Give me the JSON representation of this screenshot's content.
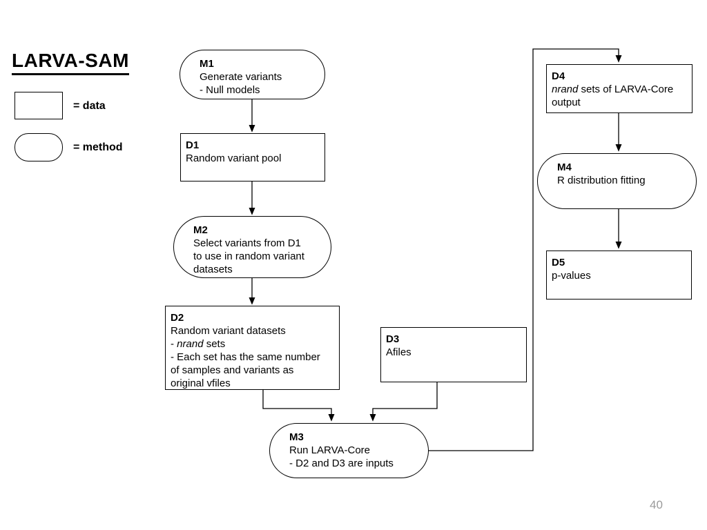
{
  "title": "LARVA-SAM",
  "legend": {
    "data_label": "= data",
    "method_label": "= method"
  },
  "nodes": {
    "m1": {
      "id": "M1",
      "line1": "Generate variants",
      "line2": "- Null models"
    },
    "d1": {
      "id": "D1",
      "line1": "Random variant pool"
    },
    "m2": {
      "id": "M2",
      "line1": "Select variants from D1",
      "line2": "to use in random variant",
      "line3": "datasets"
    },
    "d2": {
      "id": "D2",
      "line1": "Random variant datasets",
      "line2_pre": "- ",
      "line2_italic": "nrand",
      "line2_post": " sets",
      "line3": "- Each set has the same number",
      "line4": "of samples and variants as",
      "line5": "original vfiles"
    },
    "d3": {
      "id": "D3",
      "line1": "Afiles"
    },
    "m3": {
      "id": "M3",
      "line1": "Run LARVA-Core",
      "line2": "- D2 and D3 are inputs"
    },
    "d4": {
      "id": "D4",
      "line1_italic": "nrand",
      "line1_post": " sets of LARVA-Core",
      "line2": "output"
    },
    "m4": {
      "id": "M4",
      "line1": "R distribution fitting"
    },
    "d5": {
      "id": "D5",
      "line1": "p-values"
    }
  },
  "page": {
    "number": "40"
  },
  "colors": {
    "line": "#000000",
    "background": "#ffffff",
    "page_number": "#9a9a9a"
  }
}
